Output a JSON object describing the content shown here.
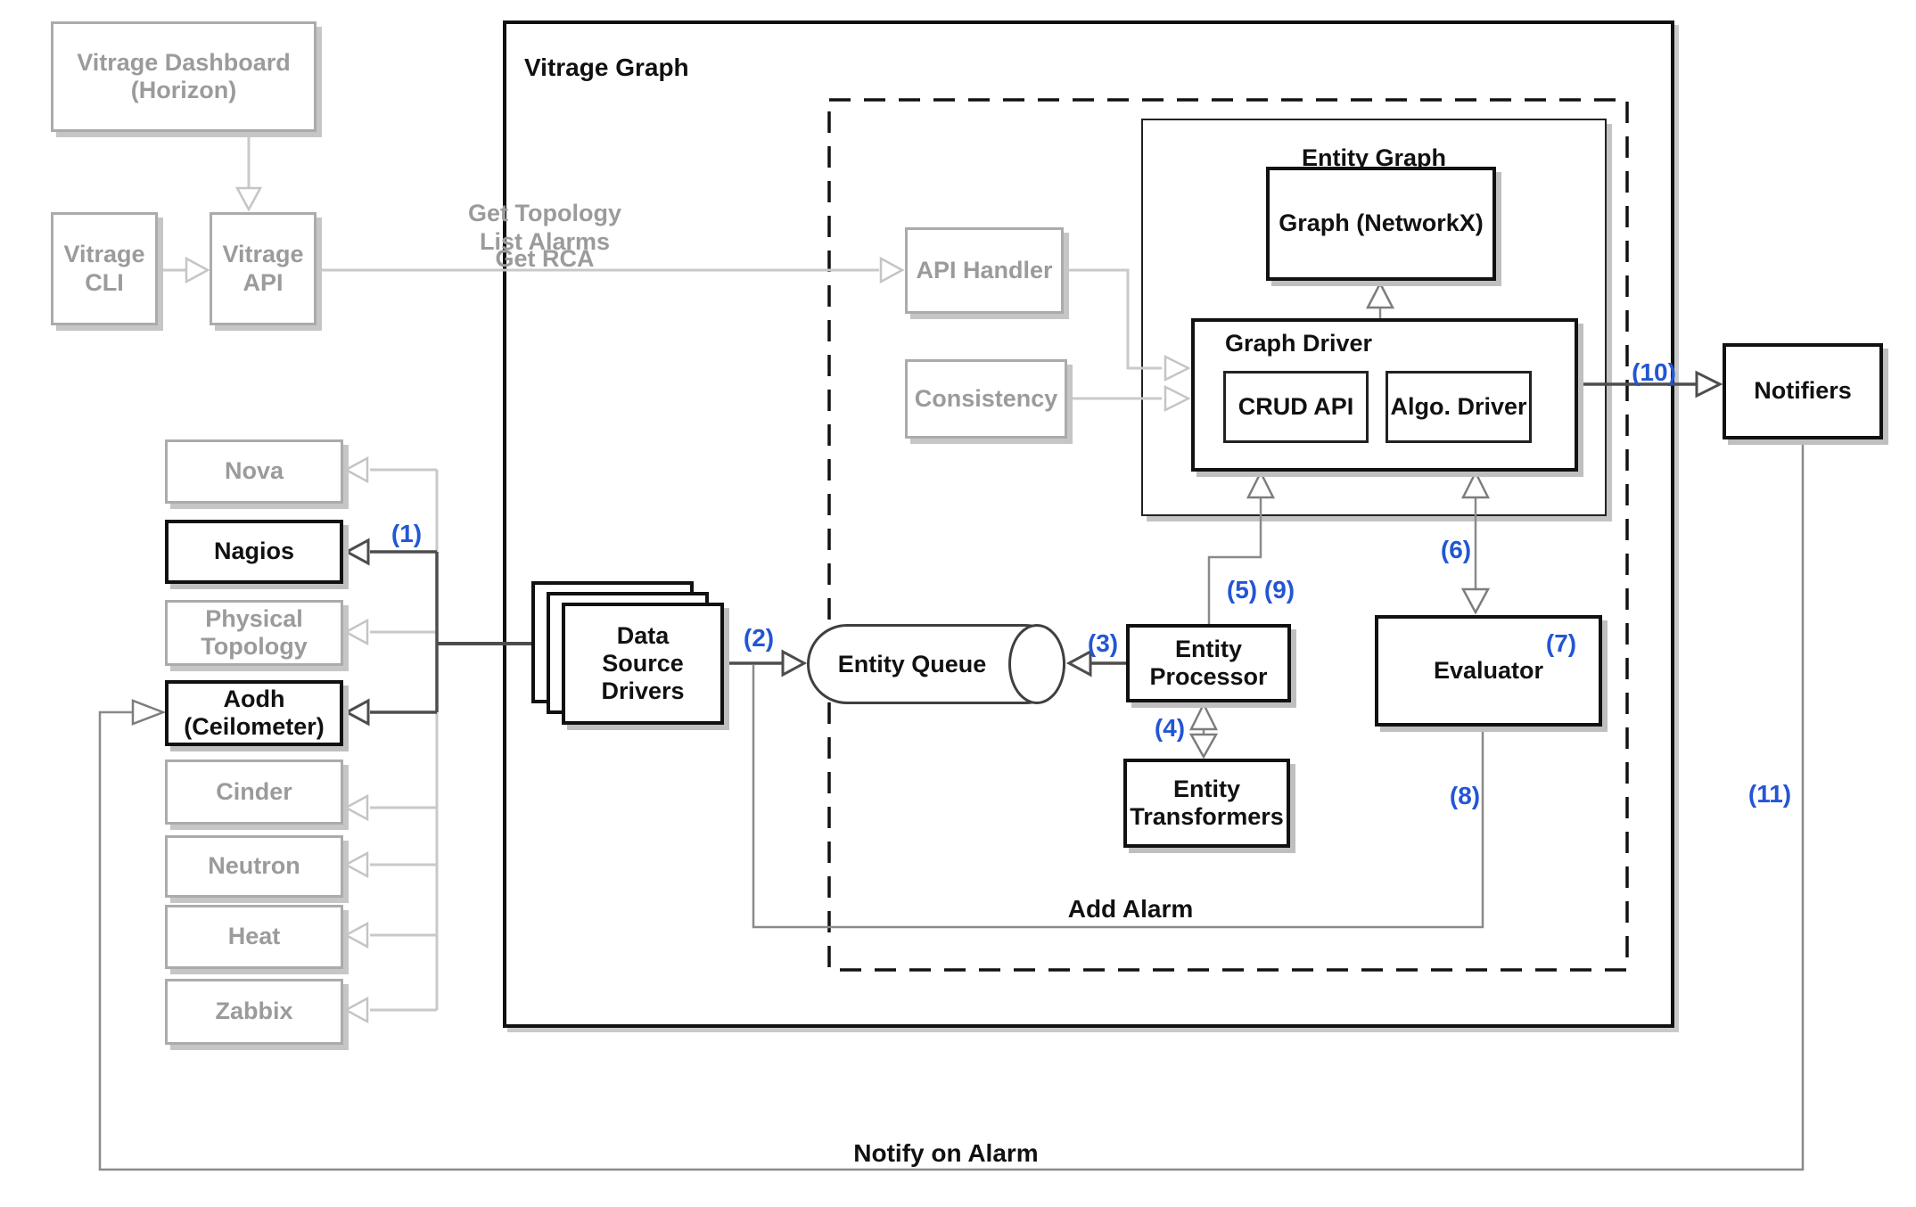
{
  "colors": {
    "accent_blue": "#2356d4",
    "gray_text": "#9b9b9b",
    "line_light": "#c9c9c9",
    "line_dark": "#4d4d4d",
    "line_mid": "#8a8a8a"
  },
  "external": {
    "dashboard": "Vitrage Dashboard (Horizon)",
    "cli": "Vitrage CLI",
    "api": "Vitrage API"
  },
  "flow_labels": {
    "get_topology": "Get Topology",
    "list_alarms": "List Alarms",
    "get_rca": "Get RCA",
    "add_alarm": "Add Alarm",
    "notify_on_alarm": "Notify on Alarm"
  },
  "vitrage_graph": {
    "title": "Vitrage Graph",
    "api_handler": "API Handler",
    "consistency": "Consistency",
    "data_source_drivers": "Data Source Drivers",
    "entity_queue": "Entity Queue",
    "entity_processor": "Entity Processor",
    "entity_transformers": "Entity Transformers",
    "evaluator": "Evaluator",
    "entity_graph": {
      "title": "Entity Graph",
      "graph": "Graph (NetworkX)",
      "graph_driver": {
        "title": "Graph Driver",
        "crud": "CRUD API",
        "algo": "Algo. Driver"
      }
    }
  },
  "notifiers": "Notifiers",
  "datasources": [
    {
      "label": "Nova",
      "active": false
    },
    {
      "label": "Nagios",
      "active": true
    },
    {
      "label": "Physical Topology",
      "active": false
    },
    {
      "label": "Aodh (Ceilometer)",
      "active": true
    },
    {
      "label": "Cinder",
      "active": false
    },
    {
      "label": "Neutron",
      "active": false
    },
    {
      "label": "Heat",
      "active": false
    },
    {
      "label": "Zabbix",
      "active": false
    }
  ],
  "steps": {
    "s1": "(1)",
    "s2": "(2)",
    "s3": "(3)",
    "s4": "(4)",
    "s5_9": "(5) (9)",
    "s6": "(6)",
    "s7": "(7)",
    "s8": "(8)",
    "s10": "(10)",
    "s11": "(11)"
  }
}
